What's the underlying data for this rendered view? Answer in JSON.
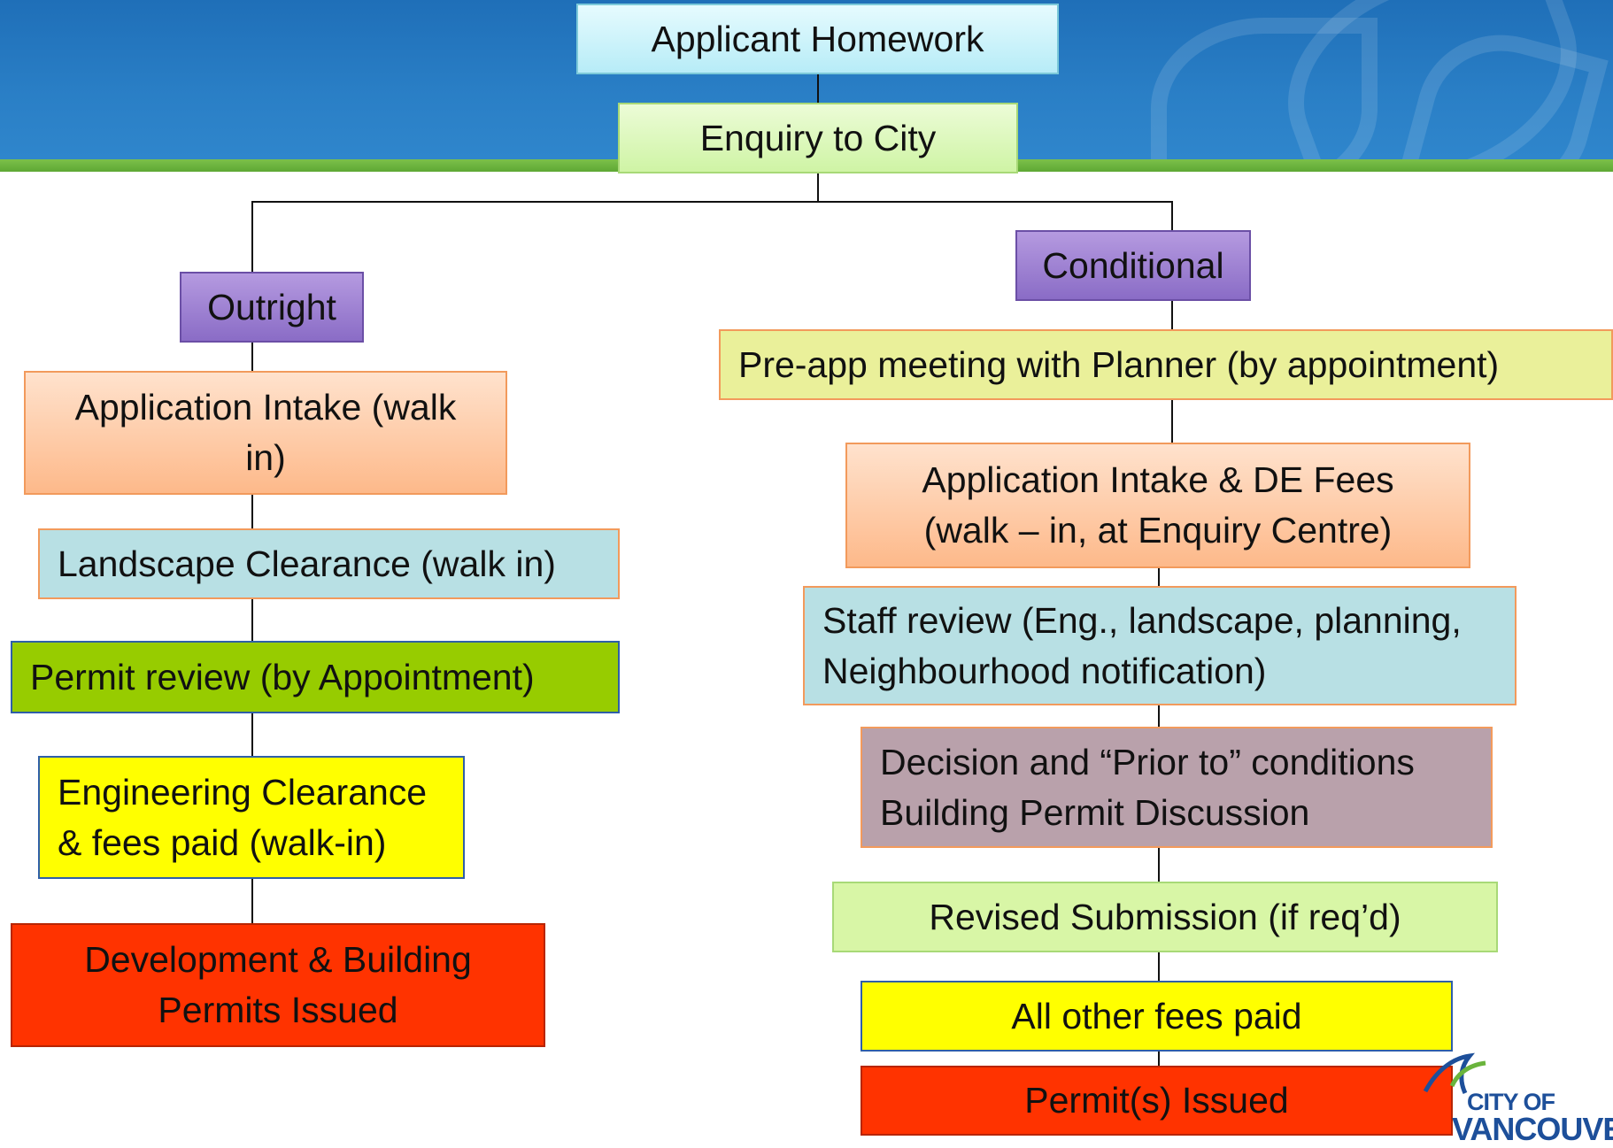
{
  "colors": {
    "banner": "#2a7fc6",
    "strip": "#6ab43c",
    "cyan": "#c9f3fb",
    "lightgreen": "#d8f7b6",
    "purple": "#9d7fd1",
    "peach": "#fdc49d",
    "paleblue": "#b8e0e4",
    "brightgreen": "#97cc00",
    "yellow": "#ffff00",
    "red": "#ff3300",
    "khaki": "#eaf09a",
    "mauve": "#b9a1ab",
    "palegreen": "#d8f6a6"
  },
  "nodes": {
    "applicant_homework": "Applicant Homework",
    "enquiry": "Enquiry to City",
    "outright": "Outright",
    "conditional": "Conditional",
    "intake_walk_in": "Application Intake (walk in)",
    "landscape": "Landscape Clearance (walk in)",
    "permit_review": "Permit review (by Appointment)",
    "engineering_line1": "Engineering Clearance",
    "engineering_line2": "& fees paid (walk-in)",
    "dev_building_line1": "Development & Building",
    "dev_building_line2": "Permits Issued",
    "preapp": "Pre-app meeting with Planner (by appointment)",
    "intake_de_line1": "Application Intake & DE Fees",
    "intake_de_line2": "(walk – in, at Enquiry Centre)",
    "staff_line1": "Staff review (Eng., landscape, planning,",
    "staff_line2": "Neighbourhood notification)",
    "decision_line1": "Decision and  “Prior to” conditions",
    "decision_line2": "Building Permit Discussion",
    "revised": "Revised Submission (if req’d)",
    "other_fees": "All other fees paid",
    "permits_issued": "Permit(s) Issued"
  },
  "logo": {
    "line1": "CITY OF",
    "line2": "VANCOUVER"
  }
}
